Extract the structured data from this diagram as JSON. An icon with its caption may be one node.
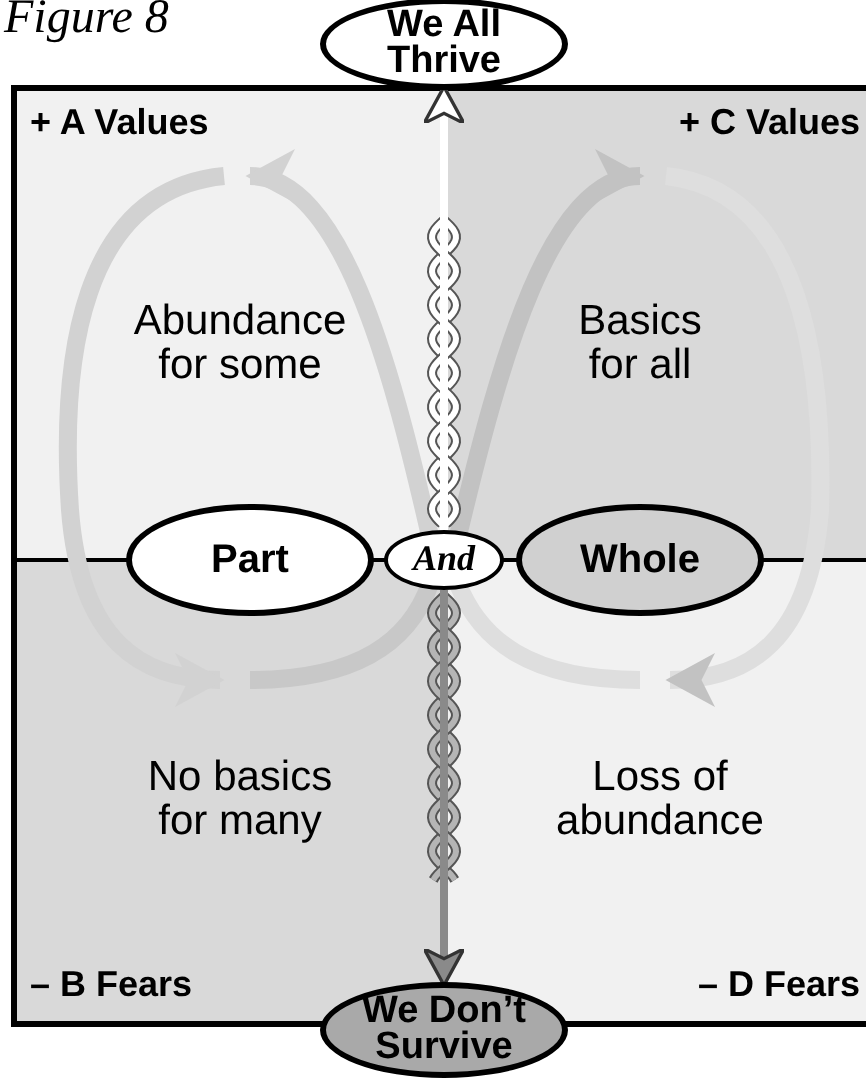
{
  "diagram": {
    "title": "Figure 8",
    "nodes": [
      {
        "text": [
          "We All Thrive"
        ]
      },
      {
        "text": [
          "Part"
        ]
      },
      {
        "text": [
          "And"
        ]
      },
      {
        "text": [
          "Whole"
        ]
      },
      {
        "text": [
          "We Don’t Survive"
        ]
      }
    ],
    "edges": [
      {
        "from": 2,
        "to": 0,
        "arrow": "to",
        "style": "thick",
        "color": "#ffffff"
      },
      {
        "from": 2,
        "to": 4,
        "arrow": "to",
        "style": "thick",
        "color": "#8a8a8a"
      },
      {
        "from": 1,
        "to": 2,
        "arrow": "none"
      },
      {
        "from": 2,
        "to": 3,
        "arrow": "none"
      }
    ],
    "labels": [
      "+ A Values",
      "+ C Values",
      "Abundance for some",
      "Basics for all",
      "No basics for many",
      "Loss of abundance",
      "– B Fears",
      "– D Fears"
    ]
  }
}
